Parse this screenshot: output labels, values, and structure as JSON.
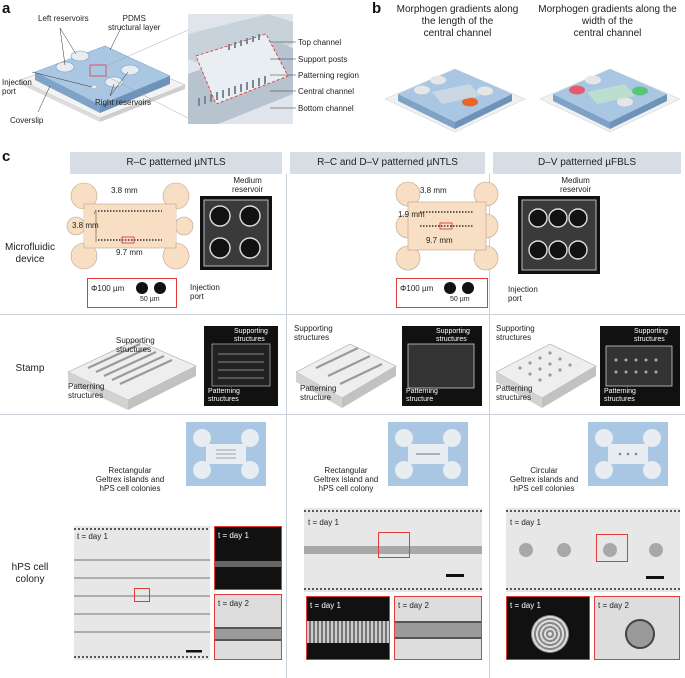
{
  "panels": {
    "a": "a",
    "b": "b",
    "c": "c"
  },
  "panel_a": {
    "left_reservoirs": "Left reservoirs",
    "pdms_layer": "PDMS\nstructural layer",
    "injection_port": "Injection\nport",
    "right_reservoirs": "Right reservoirs",
    "coverslip": "Coverslip",
    "zoom_labels": [
      "Top channel",
      "Support posts",
      "Patterning region",
      "Central channel",
      "Bottom channel"
    ]
  },
  "panel_b": {
    "length_title": "Morphogen gradients along\nthe length of the\ncentral channel",
    "width_title": "Morphogen gradients along the\nwidth of the\ncentral channel"
  },
  "panel_c": {
    "columns": [
      "R–C patterned µNTLS",
      "R–C and D–V patterned µNTLS",
      "D–V patterned µFBLS"
    ],
    "rows": [
      "Microfluidic\ndevice",
      "Stamp",
      "hPS cell\ncolony"
    ],
    "device": {
      "dim_38_top": "3.8 mm",
      "dim_38_left": "3.8 mm",
      "dim_97": "9.7 mm",
      "dim_19": "1.9 mm",
      "dim_38_c2": "3.8 mm",
      "dim_97_c2": "9.7 mm",
      "phi": "Φ100 µm",
      "gap": "50 µm",
      "phi_c2": "Φ100 µm",
      "gap_c2": "50 µm",
      "medium_reservoir": "Medium\nreservoir",
      "medium_reservoir_c3": "Medium\nreservoir",
      "injection_port": "Injection\nport",
      "injection_port_c3": "Injection\nport"
    },
    "stamp": {
      "supporting": "Supporting\nstructures",
      "patterning": "Patterning\nstructures",
      "photo_supporting": "Supporting\nstructures",
      "photo_patterning": "Patterning\nstructures",
      "c2_supporting": "Supporting\nstructures",
      "c2_patterning": "Patterning\nstructure",
      "c2_photo_supporting": "Supporting\nstructures",
      "c2_photo_patterning": "Patterning\nstructure",
      "c3_supporting": "Supporting\nstructures",
      "c3_patterning": "Patterning\nstructures",
      "c3_photo_supporting": "Supporting\nstructures",
      "c3_photo_patterning": "Patterning\nstructures"
    },
    "colony": {
      "c1_desc": "Rectangular\nGeltrex islands and\nhPS cell colonies",
      "c2_desc": "Rectangular\nGeltrex island and\nhPS cell colony",
      "c3_desc": "Circular\nGeltrex islands and\nhPS cell colonies",
      "t_day1": "t = day 1",
      "t_day2": "t = day 2"
    }
  },
  "colors": {
    "header_bg": "#d7dde5",
    "device_fill": "#f8dfc3",
    "pdms_blue": "#a9c7e3",
    "red": "#e23b3b"
  }
}
